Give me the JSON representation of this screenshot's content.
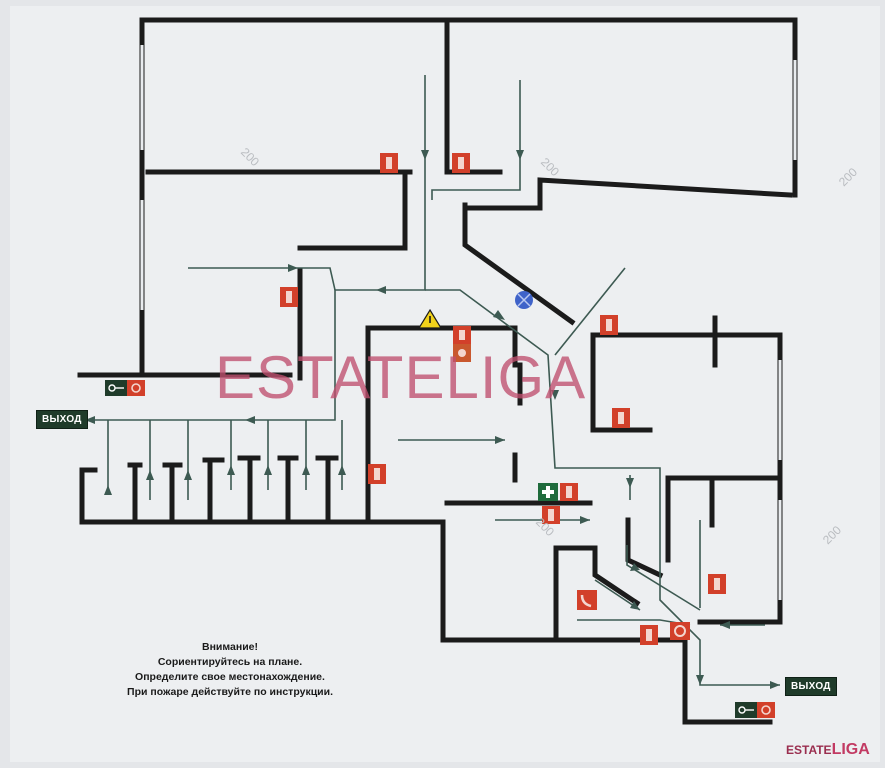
{
  "exit_label": "ВЫХОД",
  "notice": {
    "line1": "Внимание!",
    "line2": "Сориентируйтесь на плане.",
    "line3": "Определите свое местонахождение.",
    "line4": "При пожаре действуйте по инструкции."
  },
  "watermark": "ESTATELIGA",
  "logo": {
    "part1": "ESTATE",
    "part2": "LIGA"
  },
  "dimension_label": "200",
  "colors": {
    "wall": "#1b1b1b",
    "route": "#3d5a52",
    "fire_sign": "#d2402a",
    "exit_sign": "#1f3b2a",
    "watermark": "#c0506f",
    "background": "#e4e6e9"
  },
  "icons": [
    "fire-extinguisher-icon",
    "fire-hydrant-icon",
    "warning-triangle-icon",
    "first-aid-icon",
    "fire-phone-icon",
    "key-icon",
    "fire-alarm-button-icon",
    "sprinkler-icon"
  ]
}
